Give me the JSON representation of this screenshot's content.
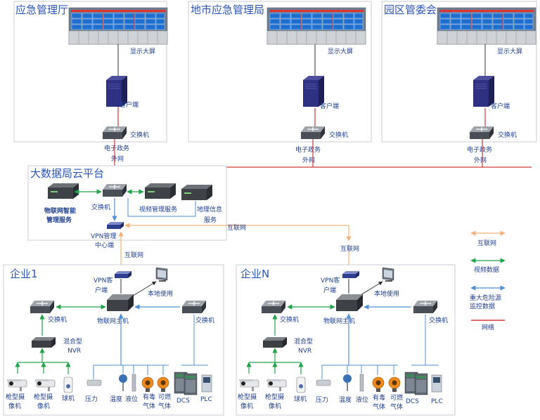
{
  "sites": [
    {
      "title": "应急管理厅",
      "screen": "显示大屏",
      "client": "客户端",
      "switch": "交换机",
      "net": [
        "电子政务",
        "外网"
      ]
    },
    {
      "title": "地市应急管理局",
      "screen": "显示大屏",
      "client": "客户端",
      "switch": "交换机",
      "net": [
        "电子政务",
        "外网"
      ]
    },
    {
      "title": "园区管委会",
      "screen": "显示大屏",
      "client": "客户端",
      "switch": "交换机",
      "net": [
        "电子政务",
        "外网"
      ]
    }
  ],
  "cloud": {
    "title": "大数据局云平台",
    "iot": [
      "物联网智能",
      "管理服务"
    ],
    "switch": "交换机",
    "video": "视频管理服务",
    "geo": [
      "地理信息",
      "服务"
    ],
    "vpn": [
      "VPN管理",
      "中心端"
    ]
  },
  "links": {
    "internet": "互联网"
  },
  "enterprises": [
    {
      "title": "企业1"
    },
    {
      "title": "企业N"
    }
  ],
  "enterprise_labels": {
    "vpn": [
      "VPN客",
      "户端"
    ],
    "local": "本地使用",
    "host": "物联网主机",
    "switch": "交换机",
    "nvr": [
      "混合型",
      "NVR"
    ],
    "cam1": [
      "枪型摄",
      "像机"
    ],
    "cam2": [
      "枪型摄",
      "像机"
    ],
    "dome": "球机",
    "pressure": "压力",
    "temp": "温度",
    "level": "液位",
    "toxic": [
      "有毒",
      "气体"
    ],
    "flammable": [
      "可燃",
      "气体"
    ],
    "dcs": "DCS",
    "plc": "PLC"
  },
  "legend": [
    {
      "label": "互联网",
      "color": "#f5b27a"
    },
    {
      "label": "视频数据",
      "color": "#22a34a"
    },
    {
      "label": "重大危险源\n监控数据",
      "color": "#4f8fd6"
    },
    {
      "label": "网络",
      "color": "#d23a3a"
    }
  ]
}
